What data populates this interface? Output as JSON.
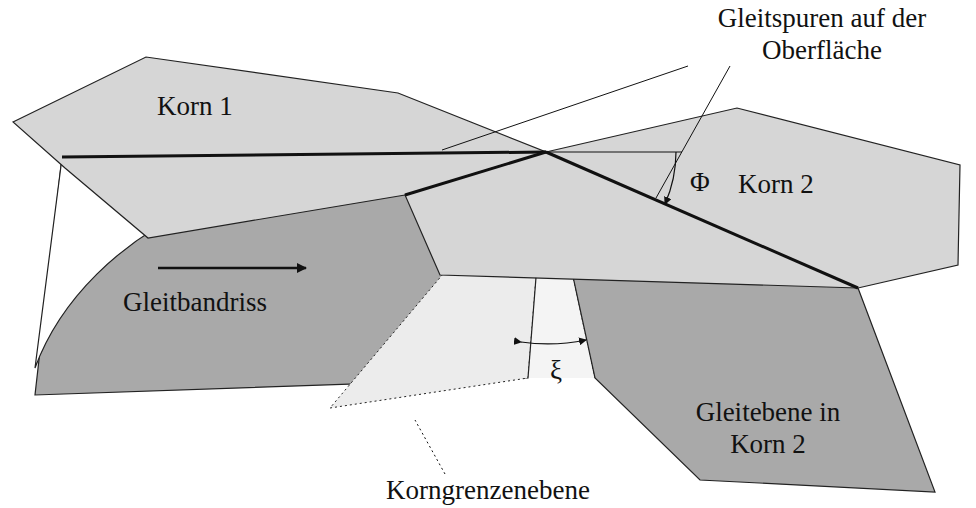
{
  "diagram": {
    "labels": [
      "Gleitspuren auf der Oberfläche",
      "Korn 1",
      "Φ",
      "Korn 2",
      "Gleitbandriss",
      "ξ",
      "Gleitebene in Korn 2",
      "Korngrenzenebene"
    ]
  }
}
